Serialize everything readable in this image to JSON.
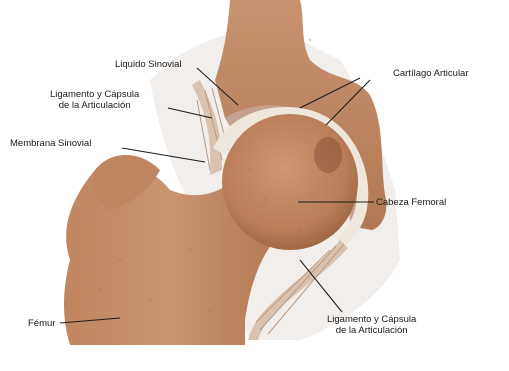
{
  "labels": {
    "liquido_sinovial": "Liquido Sinovial",
    "cartilago_articular": "Cartílago Articular",
    "ligamento_sup_line1": "Ligamento y Cápsula",
    "ligamento_sup_line2": "de la Articulación",
    "membrana_sinovial": "Membrana Sinovial",
    "cabeza_femoral": "Cabeza Femoral",
    "ligamento_inf_line1": "Ligamento y Cápsula",
    "ligamento_inf_line2": "de la Articulación",
    "femur": "Fémur"
  },
  "colors": {
    "bone": "#c68d66",
    "bone_dark": "#a86e4a",
    "bone_shadow": "#8a5536",
    "cartilage": "#efe6dc",
    "capsule": "#d8c2b0",
    "background": "#ffffff",
    "leader": "#1a1a1a"
  }
}
